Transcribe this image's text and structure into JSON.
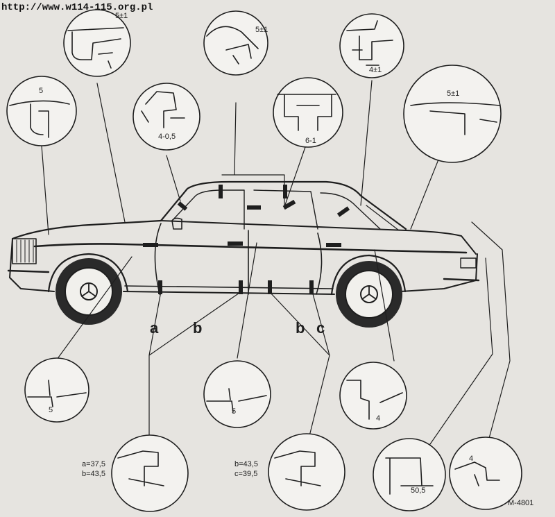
{
  "header": {
    "url": "http://www.w114-115.org.pl"
  },
  "figure": {
    "code": "M-4801"
  },
  "labels": {
    "a": "a",
    "b_left": "b",
    "b_right": "b",
    "c": "c"
  },
  "details": {
    "top1": "5±1",
    "top2": "5±1",
    "top3": "4±1",
    "upper_left": "5",
    "upper_mid": "4-0,5",
    "upper_center": "6-1",
    "upper_right": "5±1",
    "low1": "5",
    "low2": "5",
    "low3": "4",
    "bottom1_a": "a=37,5",
    "bottom1_b": "b=43,5",
    "bottom2_b": "b=43,5",
    "bottom2_c": "c=39,5",
    "bottom3": "50,5",
    "bottom4": "4"
  },
  "colors": {
    "paper": "#e6e4e0",
    "ink": "#1e1e1e",
    "inset_fill": "#f3f2ef"
  }
}
